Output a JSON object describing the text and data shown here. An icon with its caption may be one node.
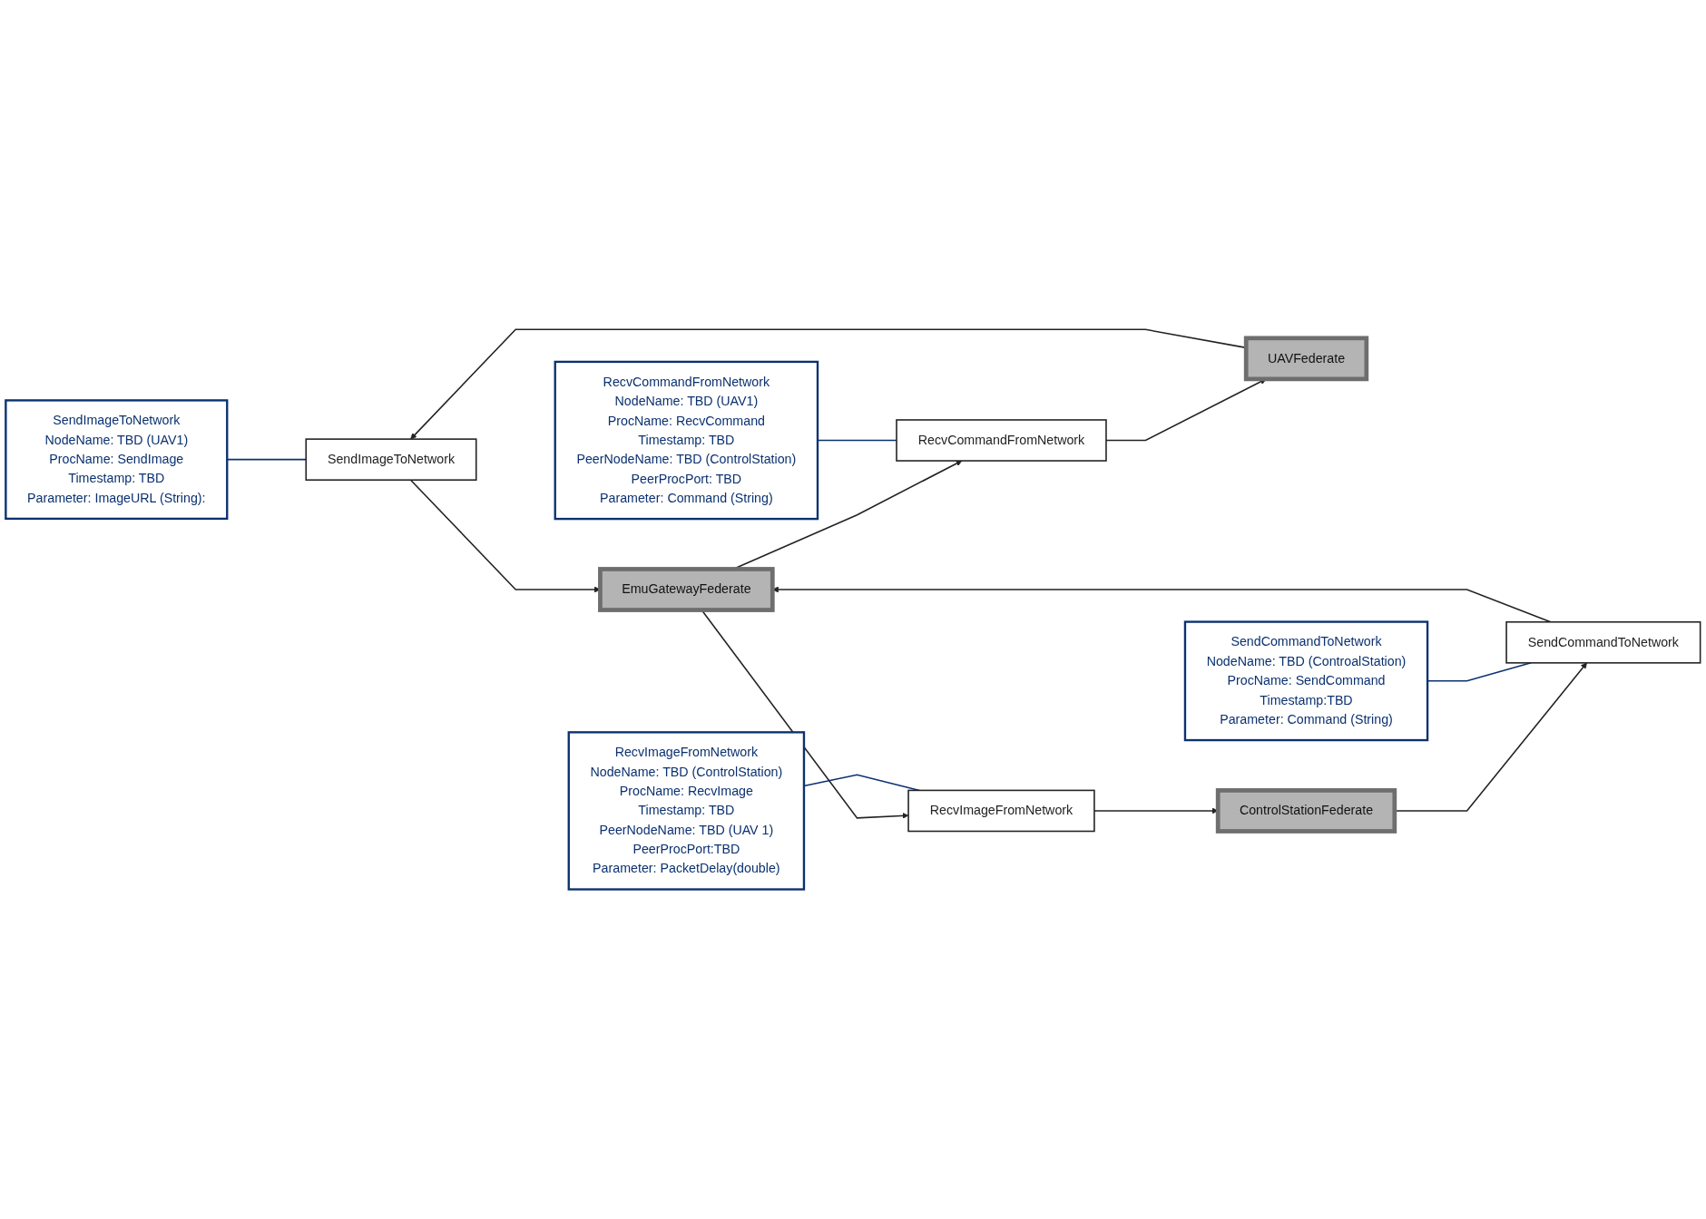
{
  "diagram": {
    "nodes": [
      {
        "text": [
          "SendImageToNetwork",
          "NodeName: TBD (UAV1)",
          "ProcName: SendImage",
          "Timestamp: TBD",
          "Parameter: ImageURL (String):"
        ]
      },
      {
        "text": [
          "RecvCommandFromNetwork",
          "NodeName: TBD (UAV1)",
          "ProcName: RecvCommand",
          "Timestamp: TBD",
          "PeerNodeName: TBD (ControlStation)",
          "PeerProcPort: TBD",
          "Parameter: Command (String)"
        ]
      },
      {
        "text": [
          "RecvCommandFromNetwork"
        ]
      },
      {
        "text": [
          "EmuGatewayFederate"
        ]
      },
      {
        "text": [
          "SendImageToNetwork"
        ]
      },
      {
        "text": [
          "UAVFederate"
        ]
      },
      {
        "text": [
          "RecvImageFromNetwork"
        ]
      },
      {
        "text": [
          "ControlStationFederate"
        ]
      },
      {
        "text": [
          "SendCommandToNetwork"
        ]
      },
      {
        "text": [
          "RecvImageFromNetwork",
          "NodeName: TBD (ControlStation)",
          "ProcName: RecvImage",
          "Timestamp: TBD",
          "PeerNodeName: TBD (UAV 1)",
          "PeerProcPort:TBD",
          "Parameter: PacketDelay(double)"
        ]
      },
      {
        "text": [
          "SendCommandToNetwork",
          "NodeName: TBD (ControalStation)",
          "ProcName: SendCommand",
          "Timestamp:TBD",
          "Parameter: Command (String)"
        ]
      }
    ],
    "edges": [
      {
        "from": 3,
        "to": 2,
        "arrow": "to"
      },
      {
        "from": 2,
        "to": 5,
        "arrow": "to"
      },
      {
        "from": 5,
        "to": 4,
        "arrow": "to"
      },
      {
        "from": 4,
        "to": 3,
        "arrow": "to"
      },
      {
        "from": 3,
        "to": 6,
        "arrow": "to"
      },
      {
        "from": 6,
        "to": 7,
        "arrow": "to"
      },
      {
        "from": 7,
        "to": 8,
        "arrow": "to"
      },
      {
        "from": 8,
        "to": 3,
        "arrow": "to"
      },
      {
        "from": 0,
        "to": 4,
        "arrow": "none",
        "color": "#0b3170"
      },
      {
        "from": 1,
        "to": 2,
        "arrow": "none",
        "color": "#0b3170"
      },
      {
        "from": 9,
        "to": 6,
        "arrow": "none",
        "color": "#0b3170"
      },
      {
        "from": 10,
        "to": 8,
        "arrow": "none",
        "color": "#0b3170"
      }
    ]
  }
}
